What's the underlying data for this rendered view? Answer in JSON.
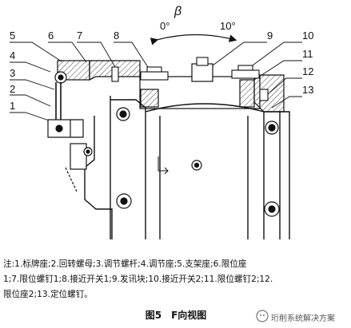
{
  "angle": {
    "beta": "β",
    "start": "0°",
    "end": "10°"
  },
  "callouts": [
    "1",
    "2",
    "3",
    "4",
    "5",
    "6",
    "7",
    "8",
    "9",
    "10",
    "11",
    "12",
    "13"
  ],
  "note_lines": [
    "注:1.标牌座;2.回转螺母;3.调节螺杆;4.调节座;5.支架座;6.限位座",
    "1;7.限位螺钉1;8.接近开关1;9.发讯块;10.接近开关2;11.限位螺钉2;12.",
    "限位座2;13.定位螺钉。"
  ],
  "caption": "图5　F向视图",
  "watermark": "珩削系统解决方案",
  "colors": {
    "line": "#111111",
    "hatch": "#444444",
    "background": "#ffffff"
  }
}
